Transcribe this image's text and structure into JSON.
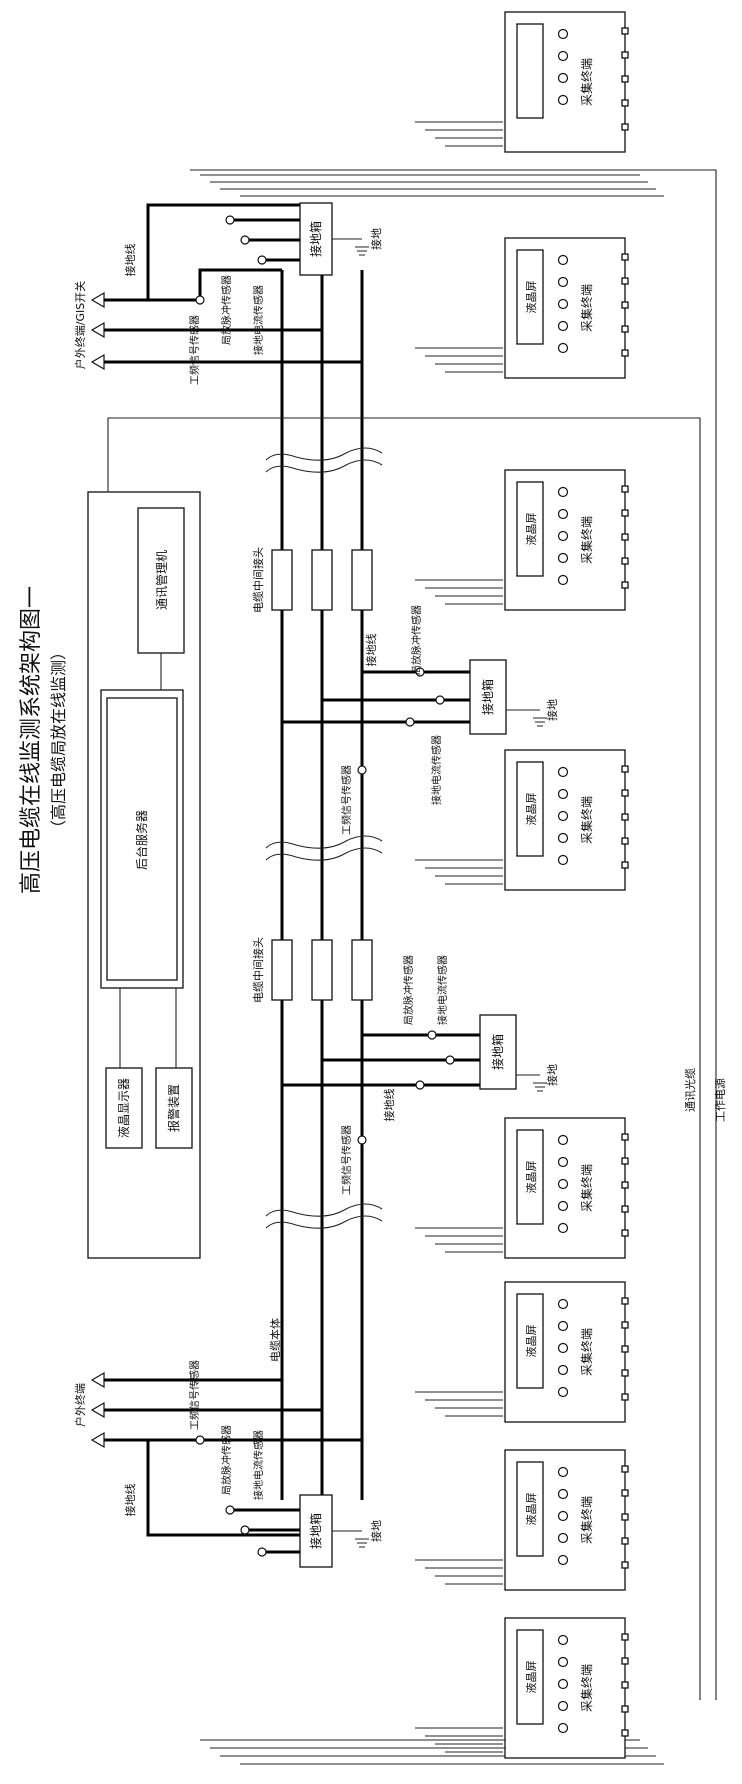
{
  "title": {
    "main": "高压电缆在线监测系统架构图一",
    "sub": "（高压电缆局放在线监测）"
  },
  "labels": {
    "outdoor_gis": "户外终端/GIS开关",
    "outdoor": "户外终端",
    "ground_wire": "接地线",
    "ground": "接地",
    "ground_box": "接地箱",
    "pf_sensor": "工频信号传感器",
    "pd_sensor": "局放脉冲传感器",
    "gc_sensor": "接地电流传感器",
    "joint": "电缆中间接头",
    "cable_body": "电缆本体",
    "comm_manager": "通讯管理机",
    "backend_server": "后台服务器",
    "lcd_display": "液晶显示器",
    "alarm": "报警装置",
    "lcd": "液晶屏",
    "terminal": "采集终端",
    "fiber": "通讯光缆",
    "power": "工作电源"
  }
}
